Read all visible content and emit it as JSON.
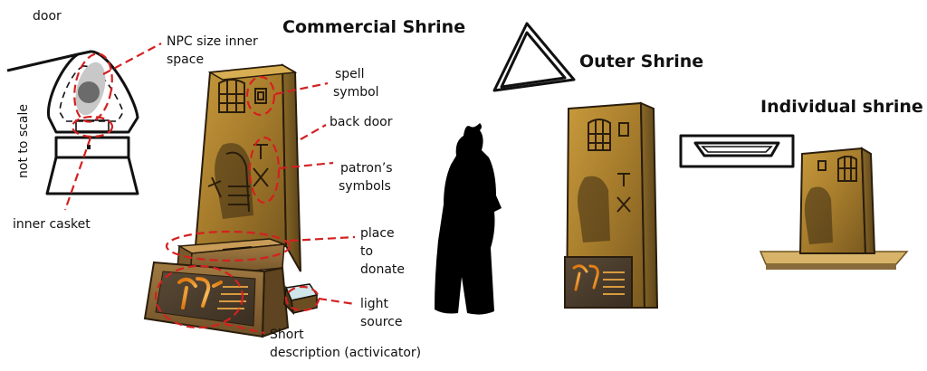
{
  "titles": {
    "commercial": "Commercial Shrine",
    "outer": "Outer Shrine",
    "individual": "Individual shrine"
  },
  "labels": {
    "door": "door",
    "npc_line1": "NPC size inner",
    "npc_line2": "space",
    "not_to_scale": "not to scale",
    "inner_casket": "inner casket",
    "spell_line1": "spell",
    "spell_line2": "symbol",
    "back_door": "back door",
    "patron_line1": "patron’s",
    "patron_line2": "symbols",
    "place_line1": "place",
    "place_line2": "to",
    "place_line3": "donate",
    "light_line1": "light",
    "light_line2": "source",
    "short_line1": "Short",
    "short_line2": "description (activicator)"
  },
  "colors": {
    "callout": "#d42020",
    "bronze": "#b48a32",
    "bronze_dark": "#6e5420",
    "stone": "#8a6b3c",
    "ink": "#111111",
    "silhouette": "#000000"
  }
}
